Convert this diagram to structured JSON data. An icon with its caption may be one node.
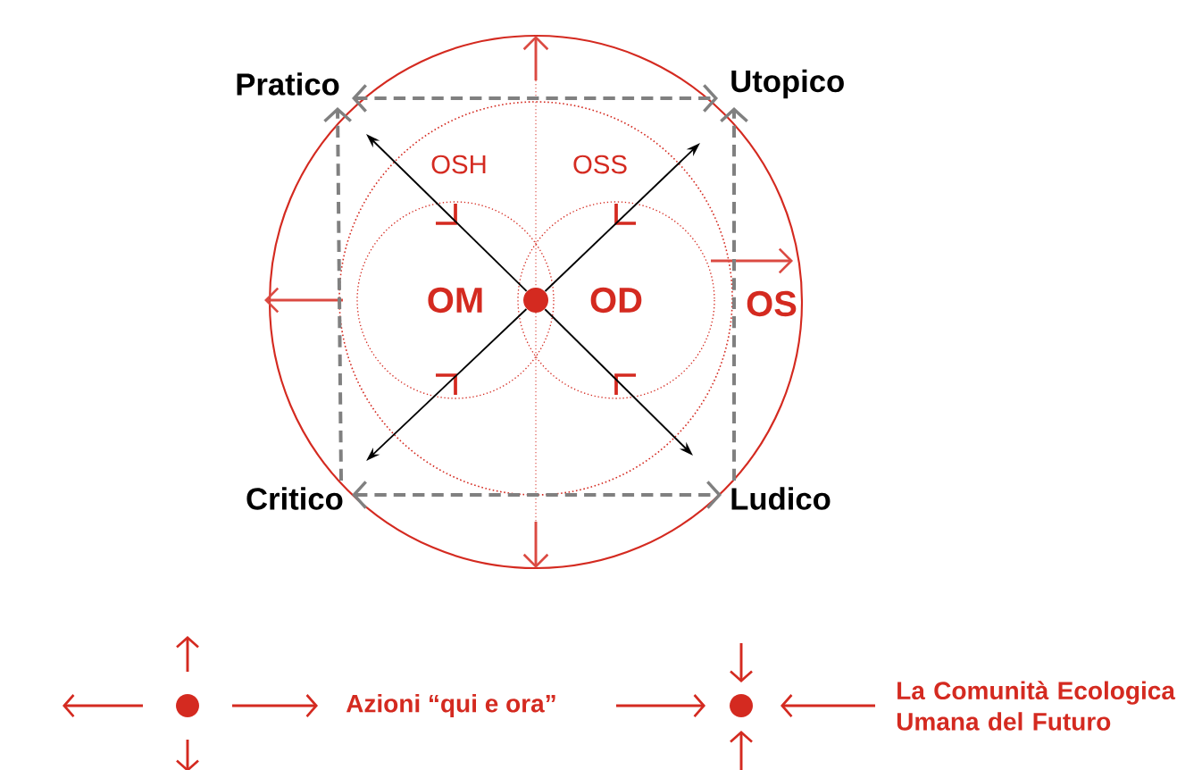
{
  "diagram": {
    "nodes": [
      {
        "text": [
          "Pratico"
        ]
      },
      {
        "text": [
          "Utopico"
        ]
      },
      {
        "text": [
          "Critico"
        ]
      },
      {
        "text": [
          "Ludico"
        ]
      },
      {
        "text": [],
        "shape": "circle"
      },
      {
        "text": [
          "OM"
        ]
      },
      {
        "text": [
          "OD"
        ]
      }
    ],
    "edges": [
      {
        "from": 0,
        "to": 1,
        "arrow": "both",
        "style": "dashed",
        "color": "#808080"
      },
      {
        "from": 2,
        "to": 0,
        "arrow": "to",
        "style": "dashed",
        "color": "#808080"
      },
      {
        "from": 3,
        "to": 1,
        "arrow": "to",
        "style": "dashed",
        "color": "#808080"
      },
      {
        "from": 2,
        "to": 3,
        "arrow": "both",
        "style": "dashed",
        "color": "#808080"
      },
      {
        "from": 4,
        "to": 0,
        "arrow": "to",
        "color": "#000000"
      },
      {
        "from": 4,
        "to": 1,
        "arrow": "to",
        "color": "#000000"
      },
      {
        "from": 4,
        "to": 2,
        "arrow": "to",
        "color": "#000000"
      },
      {
        "from": 4,
        "to": 3,
        "arrow": "to",
        "color": "#000000"
      }
    ],
    "labels": [
      "OSH",
      "OSS",
      "OS"
    ],
    "legend": [
      {
        "text": "Azioni “qui e ora”"
      },
      {
        "text": "La Comunità Ecologica Umana del Futuro"
      }
    ]
  }
}
